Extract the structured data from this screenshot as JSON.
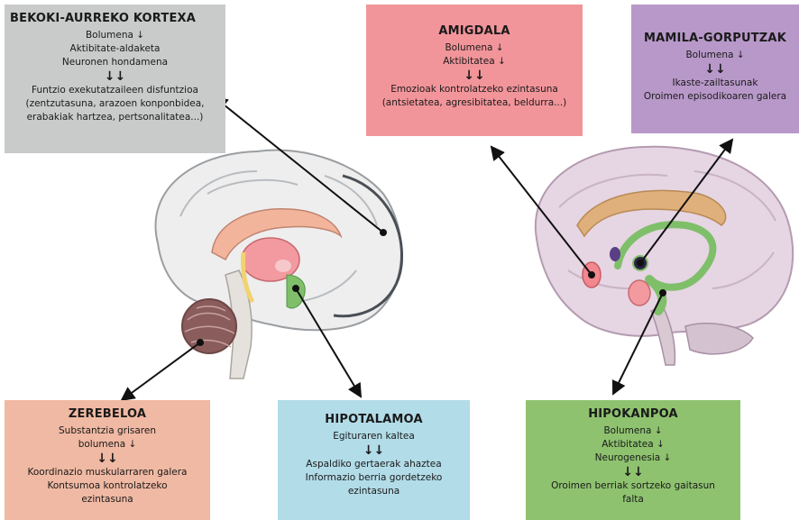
{
  "boxes": {
    "cortex": {
      "title": "BEKOKI-AURREKO KORTEXA",
      "lines": [
        "Bolumena ↓",
        "Aktibitate-aldaketa",
        "Neuronen hondamena"
      ],
      "arrows": "↓↓",
      "effects": [
        "Funtzio exekutatzaileen disfuntzioa",
        "(zentzutasuna, arazoen konponbidea,",
        "erabakiak hartzea, pertsonalitatea...)"
      ],
      "color": "#c9cbcb"
    },
    "amygdala": {
      "title": "AMIGDALA",
      "lines": [
        "Bolumena ↓",
        "Aktibitatea ↓"
      ],
      "arrows": "↓↓",
      "effects": [
        "Emozioak kontrolatzeko ezintasuna",
        "(antsietatea, agresibitatea, beldurra...)"
      ],
      "color": "#f2959a"
    },
    "mammillary": {
      "title": "MAMILA-GORPUTZAK",
      "lines": [
        "Bolumena ↓"
      ],
      "arrows": "↓↓",
      "effects": [
        "Ikaste-zailtasunak",
        "Oroimen episodikoaren galera"
      ],
      "color": "#b898c9"
    },
    "cerebellum": {
      "title": "ZEREBELOA",
      "lines": [
        "Substantzia grisaren",
        "bolumena ↓"
      ],
      "arrows": "↓↓",
      "effects": [
        "Koordinazio muskularraren galera",
        "Kontsumoa kontrolatzeko",
        "ezintasuna"
      ],
      "color": "#f0b9a3"
    },
    "hypothalamus": {
      "title": "HIPOTALAMOA",
      "lines": [
        "Egituraren kaltea"
      ],
      "arrows": "↓↓",
      "effects": [
        "Aspaldiko gertaerak ahaztea",
        "Informazio berria gordetzeko",
        "ezintasuna"
      ],
      "color": "#b2dce8"
    },
    "hippocampus": {
      "title": "HIPOKANPOA",
      "lines": [
        "Bolumena ↓",
        "Aktibitatea ↓",
        "Neurogenesia ↓"
      ],
      "arrows": "↓↓",
      "effects": [
        "Oroimen berriak sortzeko gaitasun",
        "falta"
      ],
      "color": "#8ec26f"
    }
  }
}
